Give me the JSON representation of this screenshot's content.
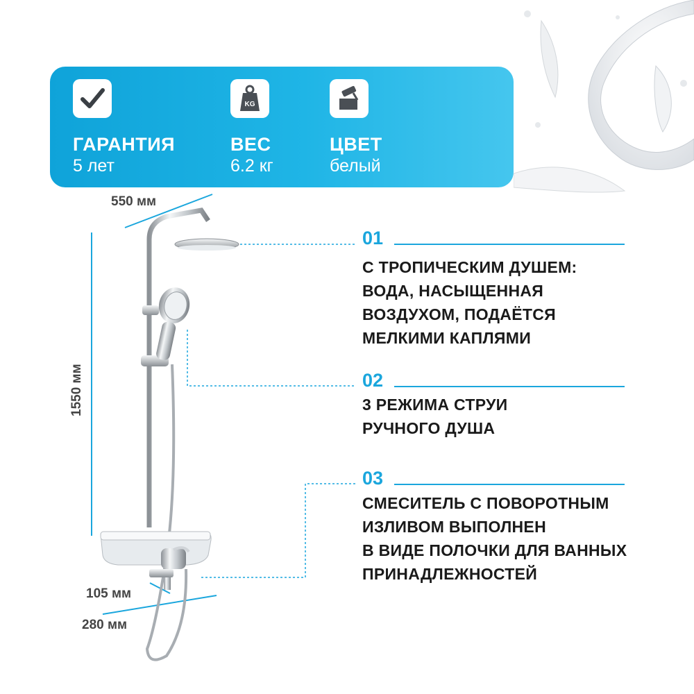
{
  "specs": {
    "warranty": {
      "label": "ГАРАНТИЯ",
      "value": "5 лет",
      "icon": "checkmark-icon"
    },
    "weight": {
      "label": "ВЕС",
      "value": "6.2 кг",
      "icon": "kg-weight-icon",
      "icon_text": "KG"
    },
    "color": {
      "label": "ЦВЕТ",
      "value": "белый",
      "icon": "paint-roller-icon"
    }
  },
  "dimensions": {
    "width": "550 мм",
    "height": "1550 мм",
    "depth_spout": "105 мм",
    "depth_shelf": "280 мм"
  },
  "features": [
    {
      "number": "01",
      "text": [
        "С ТРОПИЧЕСКИМ ДУШЕМ:",
        "ВОДА, НАСЫЩЕННАЯ",
        "ВОЗДУХОМ, ПОДАЁТСЯ",
        "МЕЛКИМИ КАПЛЯМИ"
      ]
    },
    {
      "number": "02",
      "text": [
        "3 РЕЖИМА СТРУИ",
        "РУЧНОГО ДУША"
      ]
    },
    {
      "number": "03",
      "text": [
        "СМЕСИТЕЛЬ С ПОВОРОТНЫМ",
        "ИЗЛИВОМ ВЫПОЛНЕН",
        "В ВИДЕ ПОЛОЧКИ ДЛЯ ВАННЫХ",
        "ПРИНАДЛЕЖНОСТЕЙ"
      ]
    }
  ],
  "colors": {
    "accent": "#1aa6dd",
    "banner": "#19aee2",
    "text": "#1a1a1a"
  }
}
